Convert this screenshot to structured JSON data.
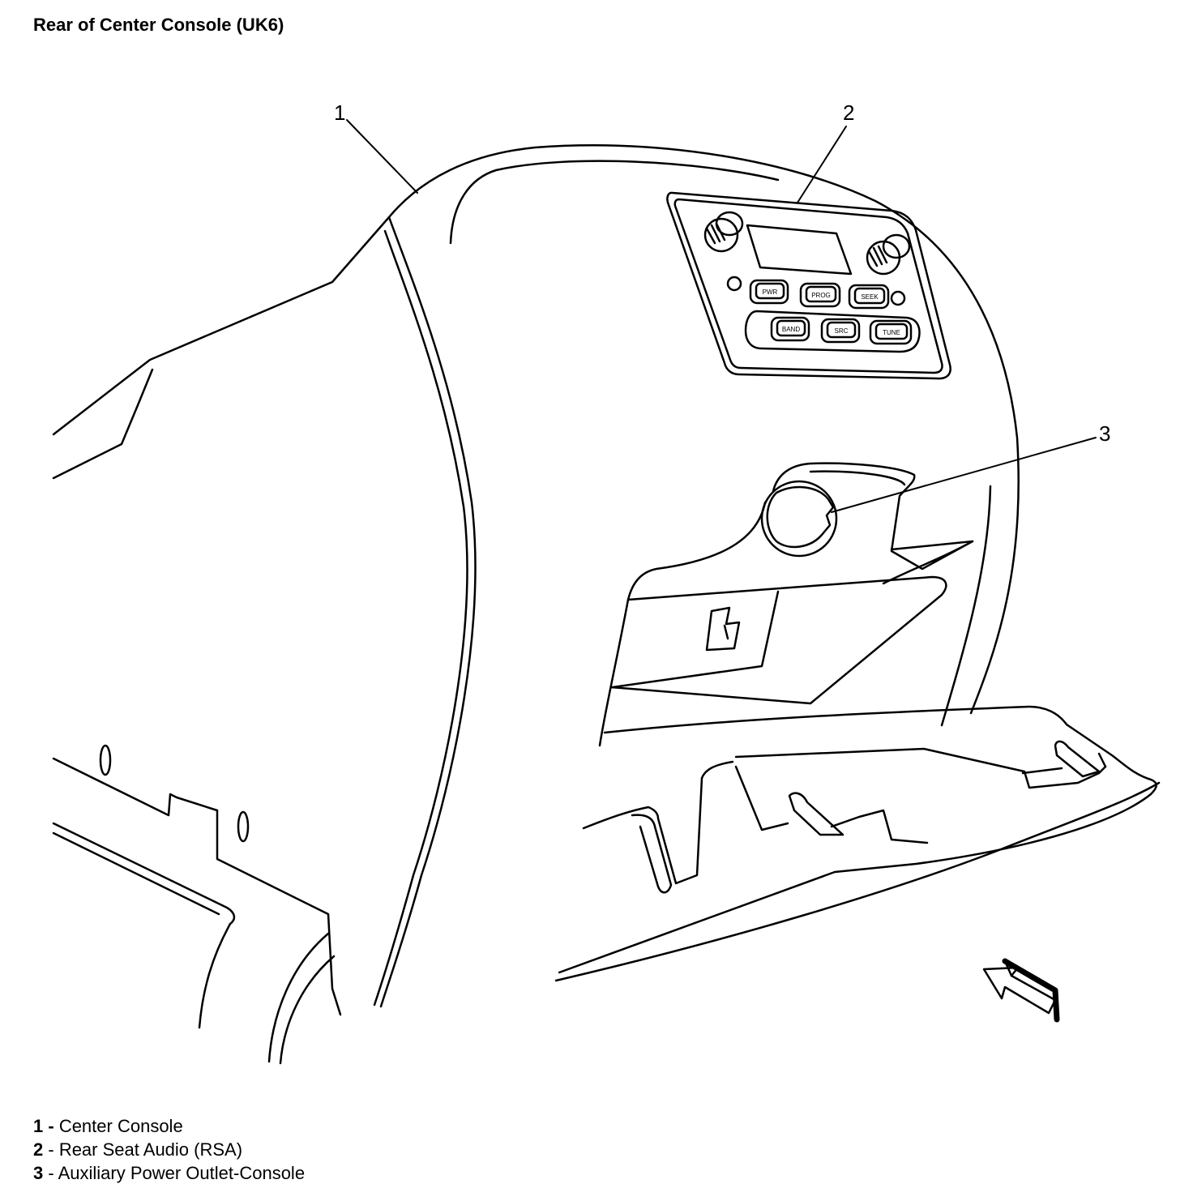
{
  "title": "Rear of Center Console (UK6)",
  "callouts": [
    {
      "number": "1",
      "name": "Center Console"
    },
    {
      "number": "2",
      "name": "Rear Seat Audio (RSA)"
    },
    {
      "number": "3",
      "name": "Auxiliary Power Outlet-Console"
    }
  ],
  "legend_separator": " - ",
  "rsa_buttons": {
    "pwr": "PWR",
    "prog": "PROG",
    "seek": "SEEK",
    "band": "BAND",
    "src": "SRC",
    "tune": "TUNE"
  },
  "icons": {
    "view_arrow": "direction-arrow-icon"
  }
}
